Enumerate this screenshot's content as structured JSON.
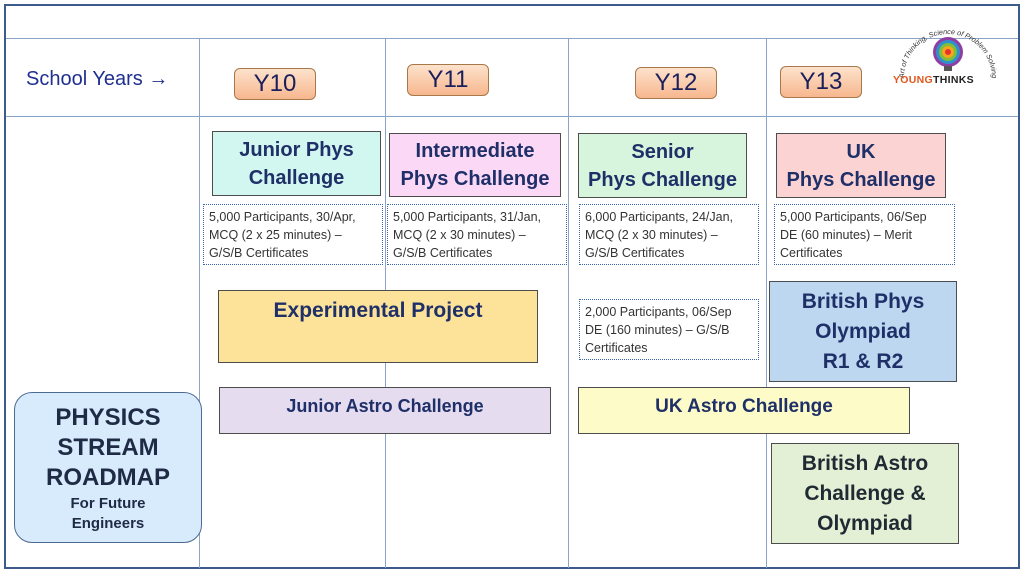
{
  "header": {
    "school_years_label": "School Years →",
    "years": [
      "Y10",
      "Y11",
      "Y12",
      "Y13"
    ]
  },
  "logo": {
    "arc_text": "Art of Thinking, Science of Problem Solving",
    "brand_part1": "YOUNG",
    "brand_part2": "THINKS",
    "colors": [
      "#e8312f",
      "#f7a51d",
      "#7bbf3a",
      "#2f8fd0",
      "#8e3fa1"
    ]
  },
  "challenges": [
    {
      "line1": "Junior Phys",
      "line2": "Challenge",
      "color": "#d2f7f0"
    },
    {
      "line1": "Intermediate",
      "line2": "Phys Challenge",
      "color": "#fbd8f6"
    },
    {
      "line1": "Senior",
      "line2": "Phys Challenge",
      "color": "#d7f5dd"
    },
    {
      "line1": "UK",
      "line2": "Phys Challenge",
      "color": "#fcd3d3"
    }
  ],
  "details": [
    {
      "line1": "5,000 Participants,  30/Apr,",
      "line2": "MCQ (2 x 25 minutes) –",
      "line3": "G/S/B Certificates"
    },
    {
      "line1": "5,000 Participants,  31/Jan,",
      "line2": "MCQ (2 x 30 minutes) –",
      "line3": "G/S/B Certificates"
    },
    {
      "line1": "6,000 Participants,  24/Jan,",
      "line2": "MCQ (2 x 30 minutes) –",
      "line3": "G/S/B Certificates"
    },
    {
      "line1": "5,000 Participants,  06/Sep",
      "line2": "DE (60 minutes) – Merit",
      "line3": "Certificates"
    }
  ],
  "olympiad_details": {
    "line1": "2,000 Participants,  06/Sep",
    "line2": "DE (160 minutes) – G/S/B",
    "line3": "Certificates"
  },
  "programs": {
    "experimental_project": {
      "label": "Experimental Project",
      "color": "#fde29a"
    },
    "junior_astro": {
      "label": "Junior Astro Challenge",
      "color": "#e5dcf0"
    },
    "uk_astro": {
      "label": "UK Astro Challenge",
      "color": "#fdfcc8"
    },
    "british_phys_olympiad": {
      "line1": "British Phys",
      "line2": "Olympiad",
      "line3": "R1 & R2",
      "color": "#bcd7ef"
    },
    "british_astro": {
      "line1": "British Astro",
      "line2": "Challenge &",
      "line3": "Olympiad",
      "color": "#e4f0d6"
    }
  },
  "roadmap": {
    "line1": "PHYSICS",
    "line2": "STREAM",
    "line3": "ROADMAP",
    "line4": "For Future",
    "line5": "Engineers"
  }
}
